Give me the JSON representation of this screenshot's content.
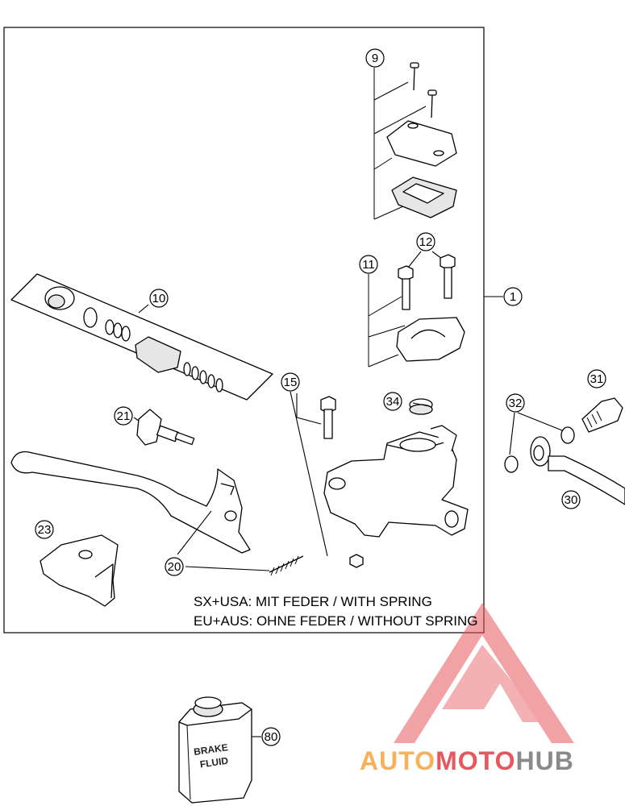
{
  "callouts": {
    "c1": "1",
    "c9": "9",
    "c10": "10",
    "c11": "11",
    "c12": "12",
    "c15": "15",
    "c20": "20",
    "c21": "21",
    "c23": "23",
    "c30": "30",
    "c31": "31",
    "c32": "32",
    "c34": "34",
    "c80": "80"
  },
  "notes": {
    "line1": "SX+USA:  MIT FEDER / WITH SPRING",
    "line2": "EU+AUS:  OHNE FEDER / WITHOUT SPRING"
  },
  "can_label": {
    "line1": "BRAKE",
    "line2": "FLUID"
  },
  "watermark": {
    "part1": "AUTO",
    "part2": "MOTO",
    "part3": "HUB",
    "color_orange": "#f6b15a",
    "color_red": "#e7575d",
    "color_gray": "#8a8a8a"
  }
}
